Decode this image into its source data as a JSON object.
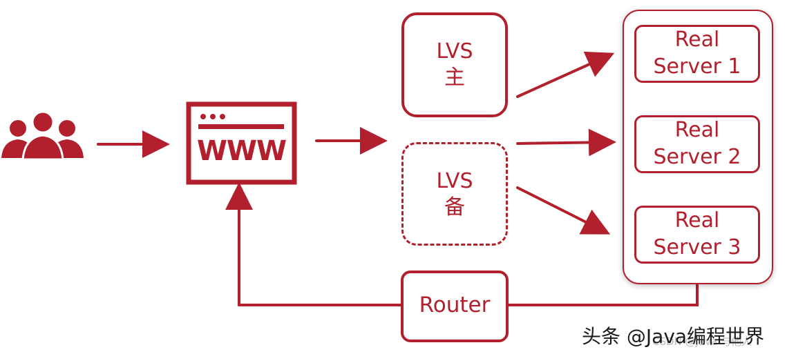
{
  "nodes": {
    "lvs_master": {
      "line1": "LVS",
      "line2": "主"
    },
    "lvs_backup": {
      "line1": "LVS",
      "line2": "备"
    },
    "web": {
      "label": "WWW"
    },
    "router": {
      "label": "Router"
    },
    "servers": [
      {
        "line1": "Real",
        "line2": "Server 1"
      },
      {
        "line1": "Real",
        "line2": "Server 2"
      },
      {
        "line1": "Real",
        "line2": "Server 3"
      }
    ]
  },
  "watermark": {
    "main": "头条 @Java编程世界",
    "sub": "CSDN @Java 与他人"
  },
  "colors": {
    "accent": "#b1202c",
    "background": "#ffffff"
  },
  "icons": {
    "users": "users-icon",
    "browser": "browser-window-icon"
  }
}
